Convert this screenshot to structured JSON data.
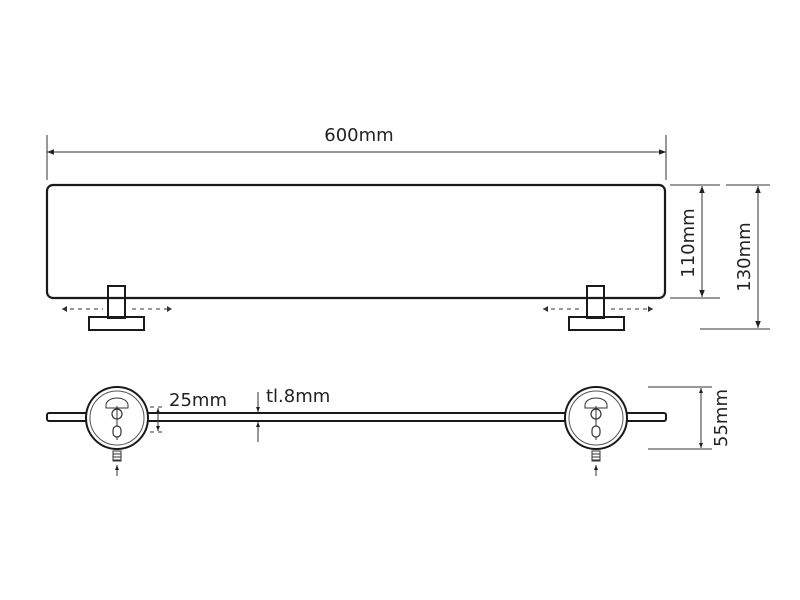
{
  "labels": {
    "width": "600mm",
    "glass_height": "110mm",
    "total_height": "130mm",
    "bracket_size": "25mm",
    "glass_thickness": "tl.8mm",
    "depth": "55mm"
  },
  "colors": {
    "line": "#1a1a1a",
    "text": "#222222",
    "background": "#ffffff"
  }
}
